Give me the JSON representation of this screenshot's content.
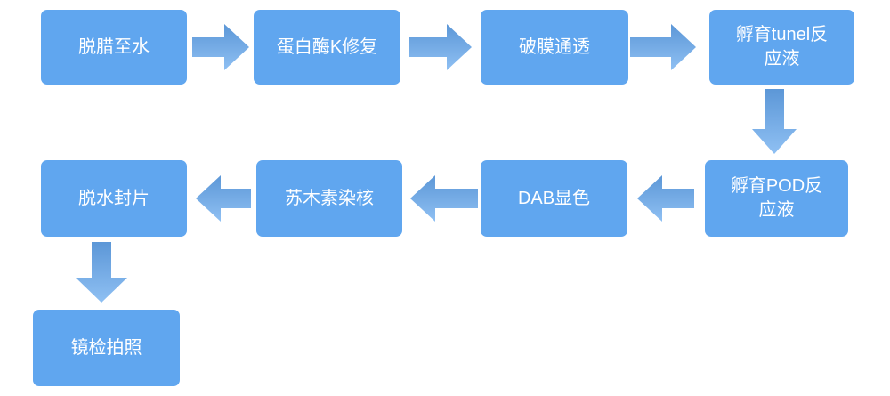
{
  "colors": {
    "background": "#ffffff",
    "box_fill": "#60A6EF",
    "arrow_start": "#5C97D7",
    "arrow_end": "#8FC0F3",
    "text_color": "#ffffff"
  },
  "diagram": {
    "type": "flowchart",
    "nodes": [
      {
        "id": "dewax-to-water",
        "label": "脱腊至水"
      },
      {
        "id": "proteinase-k-repair",
        "label": "蛋白酶K修复"
      },
      {
        "id": "membrane-permeabilization",
        "label": "破膜通透"
      },
      {
        "id": "tunel-incubation",
        "label": "孵育tunel反应液"
      },
      {
        "id": "pod-incubation",
        "label": "孵育POD反应液"
      },
      {
        "id": "dab-staining",
        "label": "DAB显色"
      },
      {
        "id": "hematoxylin-counterstain",
        "label": "苏木素染核"
      },
      {
        "id": "dehydrate-mount",
        "label": "脱水封片"
      },
      {
        "id": "microscopy-photo",
        "label": "镜检拍照"
      }
    ],
    "edges": [
      {
        "from": "dewax-to-water",
        "to": "proteinase-k-repair",
        "direction": "right"
      },
      {
        "from": "proteinase-k-repair",
        "to": "membrane-permeabilization",
        "direction": "right"
      },
      {
        "from": "membrane-permeabilization",
        "to": "tunel-incubation",
        "direction": "right"
      },
      {
        "from": "tunel-incubation",
        "to": "pod-incubation",
        "direction": "down"
      },
      {
        "from": "pod-incubation",
        "to": "dab-staining",
        "direction": "left"
      },
      {
        "from": "dab-staining",
        "to": "hematoxylin-counterstain",
        "direction": "left"
      },
      {
        "from": "hematoxylin-counterstain",
        "to": "dehydrate-mount",
        "direction": "left"
      },
      {
        "from": "dehydrate-mount",
        "to": "microscopy-photo",
        "direction": "down"
      }
    ]
  }
}
